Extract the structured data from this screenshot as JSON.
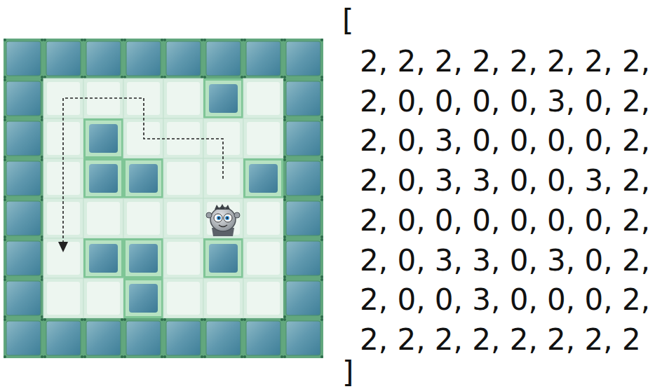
{
  "diagram": {
    "labels": [
      "[",
      "2, 2, 2, 2, 2, 2, 2, 2,",
      "2, 0, 0, 0, 0, 3, 0, 2,",
      "2, 0, 3, 0, 0, 0, 0, 2,",
      "2, 0, 3, 3, 0, 0, 3, 2,",
      "2, 0, 0, 0, 0, 0, 0, 2,",
      "2, 0, 3, 3, 0, 3, 0, 2,",
      "2, 0, 0, 3, 0, 0, 0, 2,",
      "2, 2, 2, 2, 2, 2, 2, 2",
      "]"
    ]
  }
}
